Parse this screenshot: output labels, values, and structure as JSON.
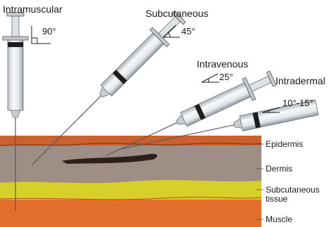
{
  "methods": [
    {
      "key": "intramuscular",
      "name": "Intramuscular",
      "angle": "90°"
    },
    {
      "key": "subcutaneous",
      "name": "Subcutaneous",
      "angle": "45°"
    },
    {
      "key": "intravenous",
      "name": "Intravenous",
      "angle": "25°"
    },
    {
      "key": "intradermal",
      "name": "Intradermal",
      "angle": "10°-15°"
    }
  ],
  "layers": {
    "epidermis": "Epidermis",
    "dermis": "Dermis",
    "subcutaneous_line1": "Subcutaneous",
    "subcutaneous_line2": "tissue",
    "muscle": "Muscle"
  },
  "colors": {
    "epidermis": "#c9622e",
    "dermis": "#9e8e86",
    "subcutaneous": "#d7cf2a",
    "muscle": "#e26f2c",
    "vein": "#2c1f1c",
    "syringe_barrel": "#e9ecee",
    "needle": "#5a5a5a"
  }
}
